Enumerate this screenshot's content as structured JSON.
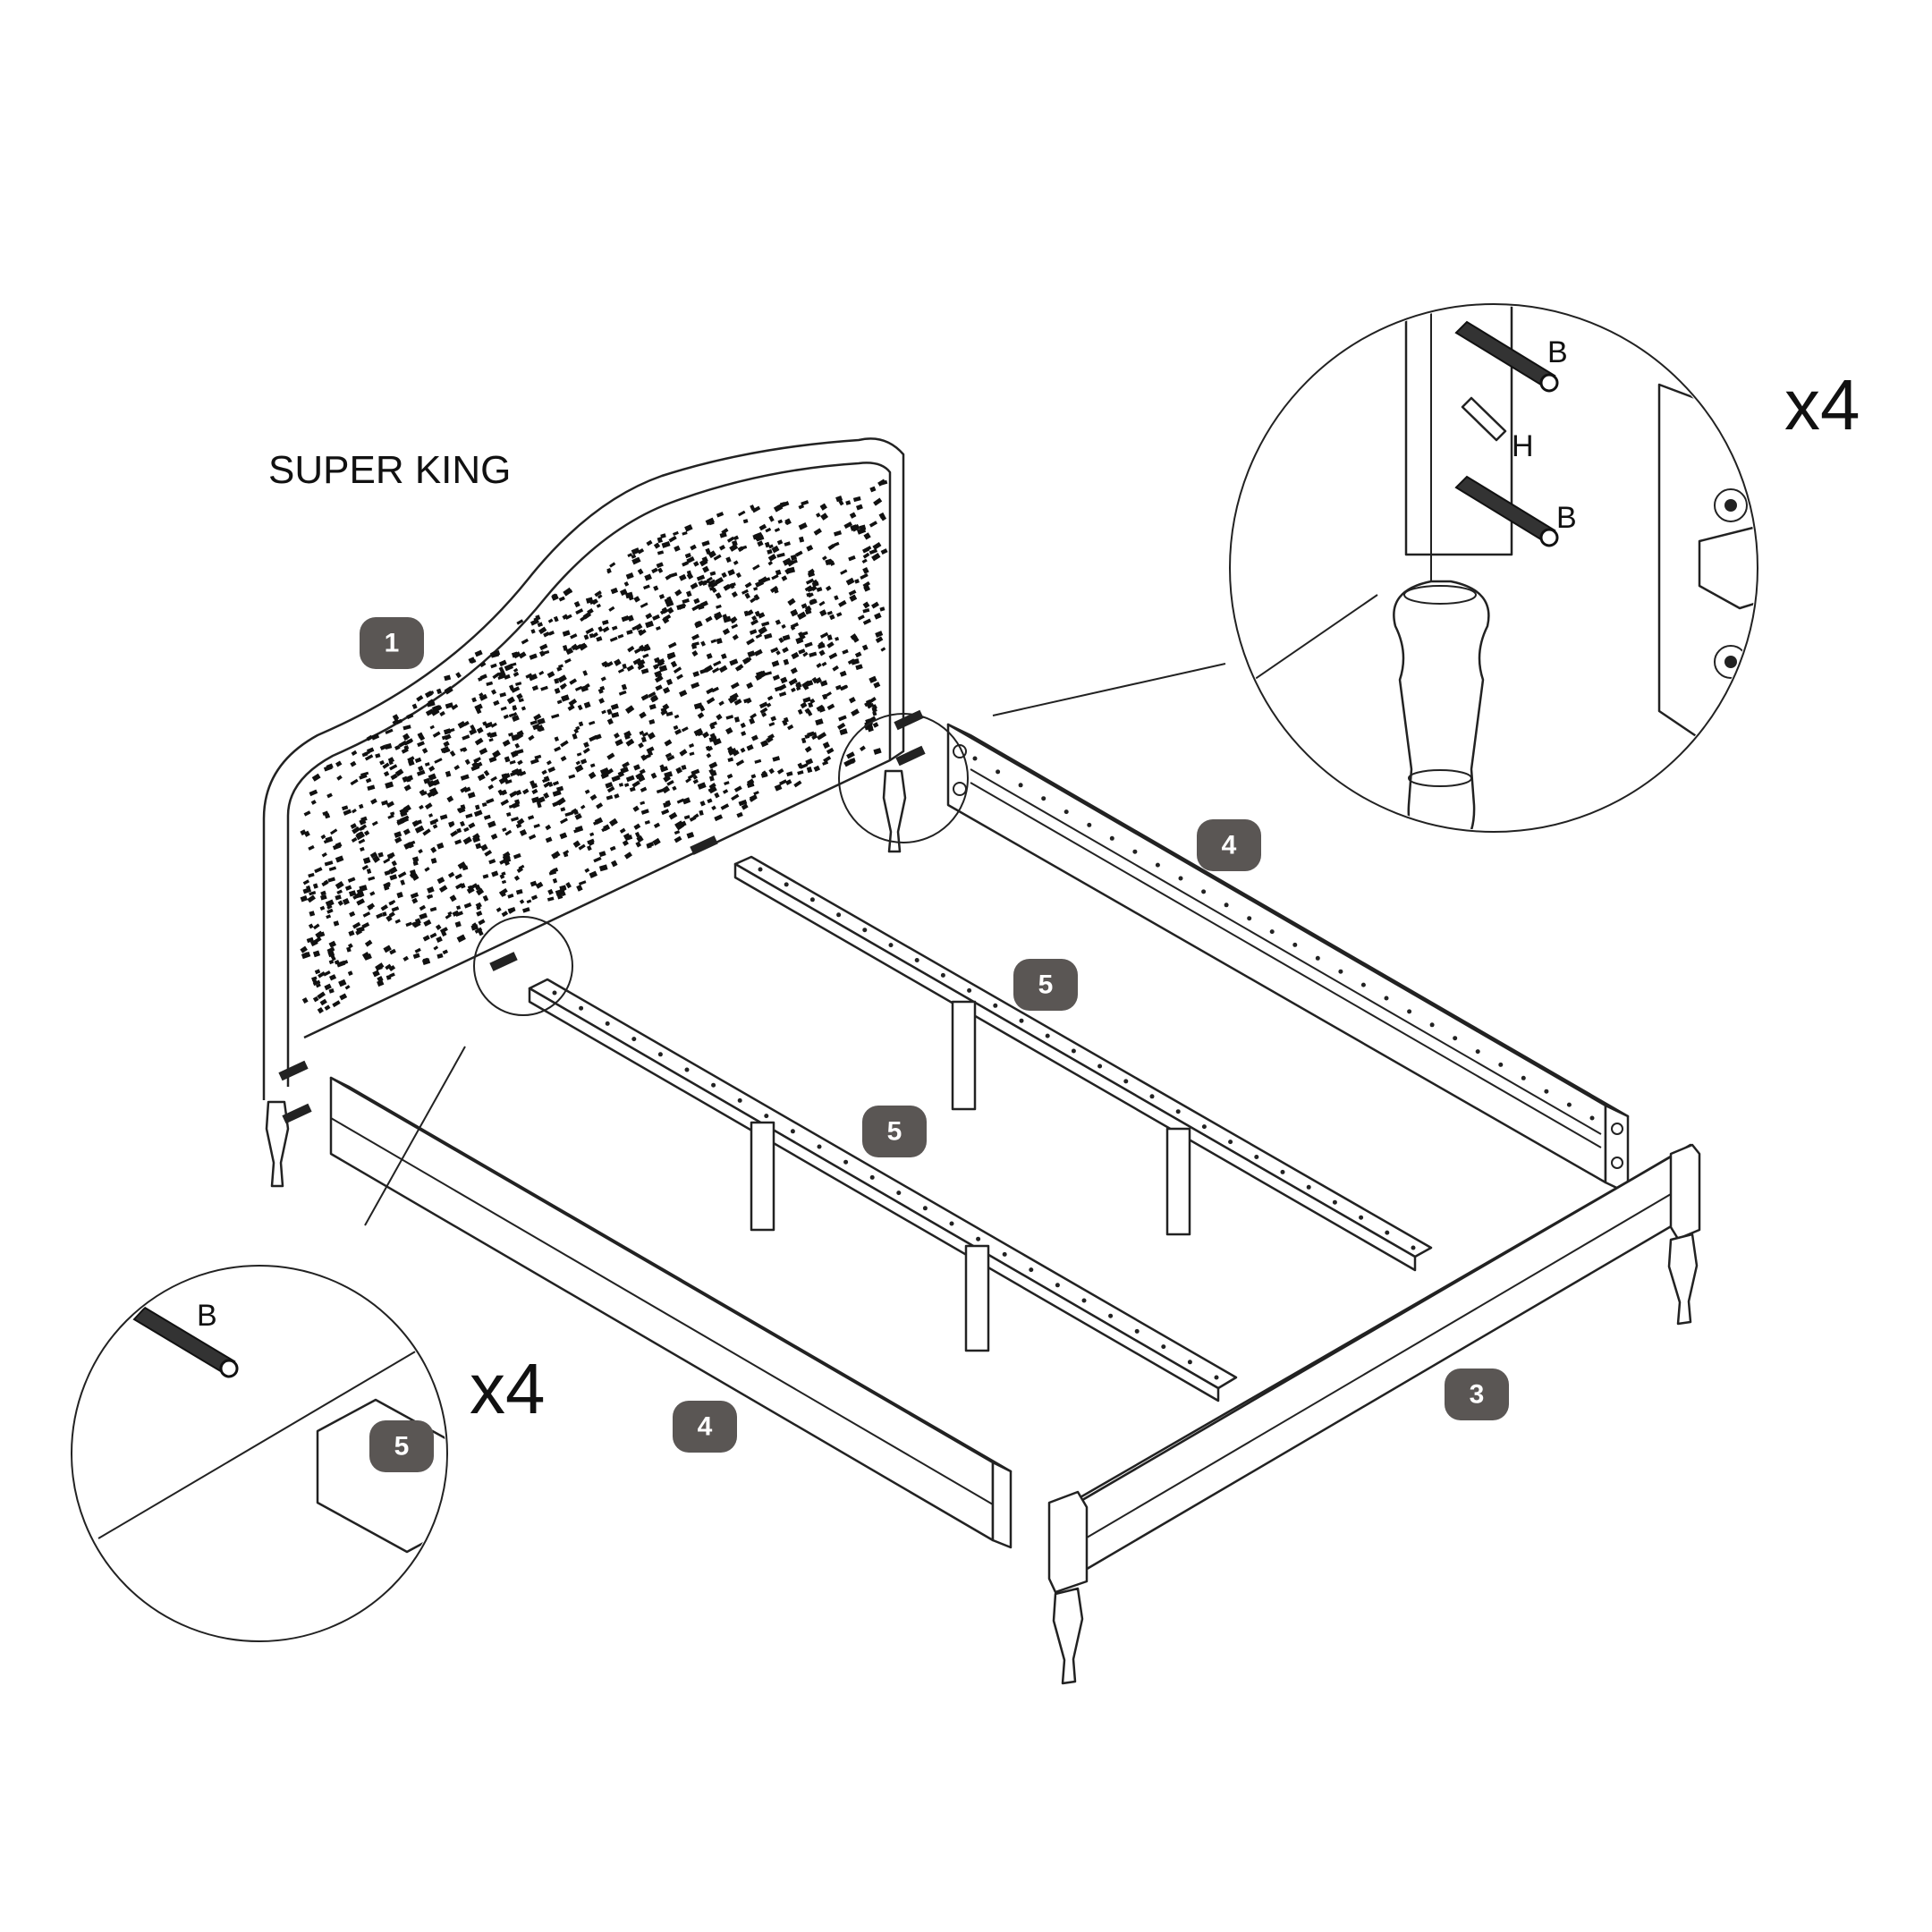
{
  "title": "SUPER KING",
  "badges": {
    "headboard": "1",
    "footboard": "3",
    "side_rail_right": "4",
    "side_rail_left": "4",
    "slat_upper": "5",
    "slat_lower": "5",
    "detail_slat": "5"
  },
  "detail_top_right": {
    "bolt_upper": "B",
    "dowel": "H",
    "bolt_lower": "B",
    "quantity": "x4"
  },
  "detail_bottom_left": {
    "bolt": "B",
    "quantity": "x4"
  },
  "colors": {
    "line": "#222222",
    "badge": "#5a5654",
    "badge_text": "#ffffff",
    "background": "#ffffff"
  },
  "icons": [
    "bolt-icon",
    "dowel-icon",
    "leg-icon"
  ]
}
